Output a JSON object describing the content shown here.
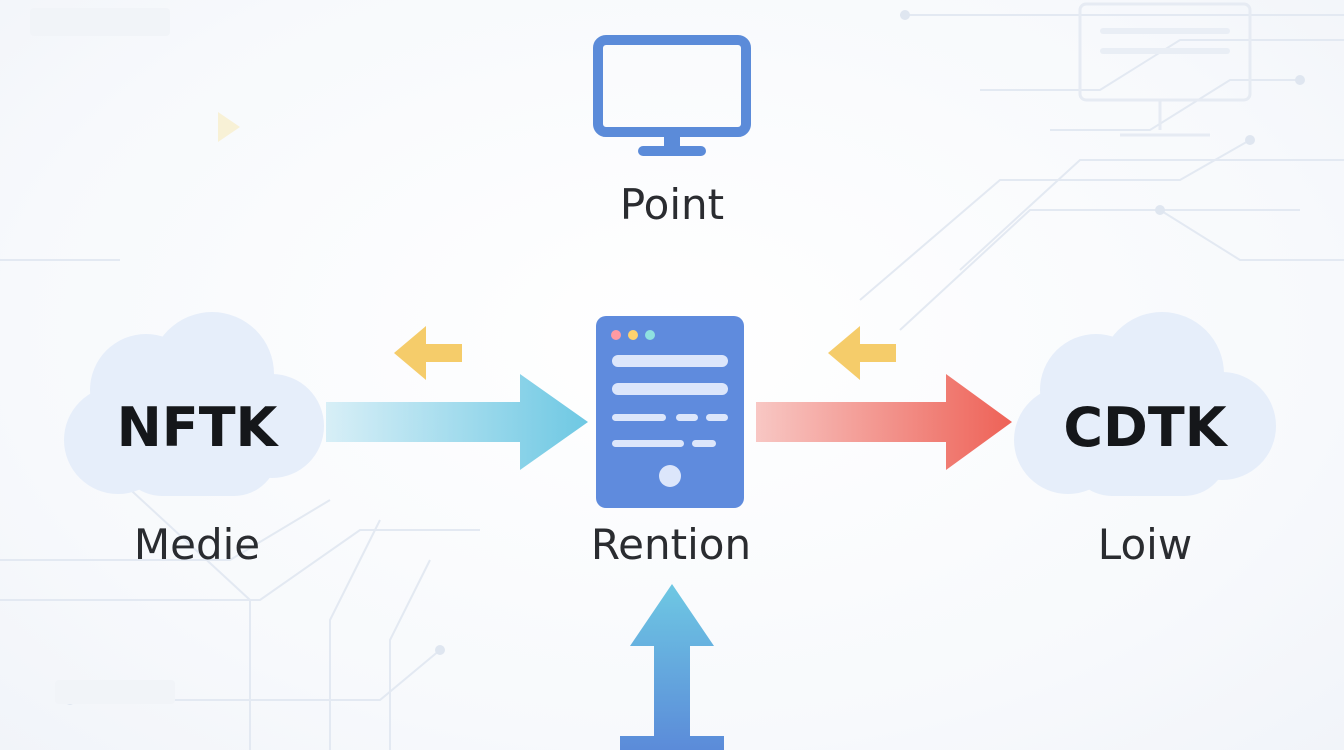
{
  "nodes": {
    "top": {
      "label": "Point",
      "icon": "monitor-icon"
    },
    "center": {
      "label": "Rention",
      "icon": "document-panel-icon"
    },
    "left": {
      "title": "NFTK",
      "label": "Medie",
      "icon": "cloud-icon"
    },
    "right": {
      "title": "CDTK",
      "label": "Loiw",
      "icon": "cloud-icon"
    }
  },
  "colors": {
    "accent_blue": "#5b8bd9",
    "arrow_cyan": "#6ec8e3",
    "arrow_red": "#ee6257",
    "arrow_yellow": "#f5cc6a",
    "cloud_fill": "#e6eefa"
  }
}
